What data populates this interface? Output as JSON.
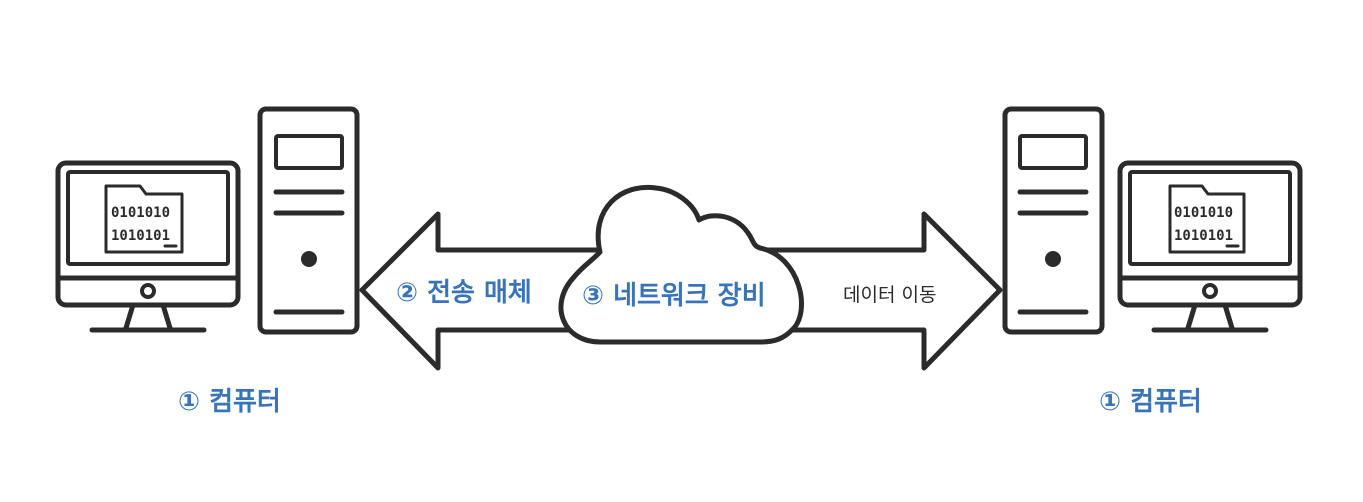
{
  "labels": {
    "computer_left": "① 컴퓨터",
    "computer_right": "① 컴퓨터",
    "transmission_medium": "② 전송 매체",
    "network_device": "③ 네트워크 장비",
    "data_movement": "데이터 이동"
  },
  "screen_file": {
    "line1": "0101010",
    "line2": "1010101"
  },
  "icons": {
    "left_monitor": "desktop-monitor-icon",
    "left_tower": "pc-tower-icon",
    "right_monitor": "desktop-monitor-icon",
    "right_tower": "pc-tower-icon",
    "left_arrow": "arrow-left-icon",
    "right_arrow": "arrow-right-icon",
    "cloud": "cloud-icon"
  },
  "colors": {
    "label_blue": "#3a74b8",
    "stroke_dark": "#2b2b2b",
    "background": "#ffffff"
  }
}
